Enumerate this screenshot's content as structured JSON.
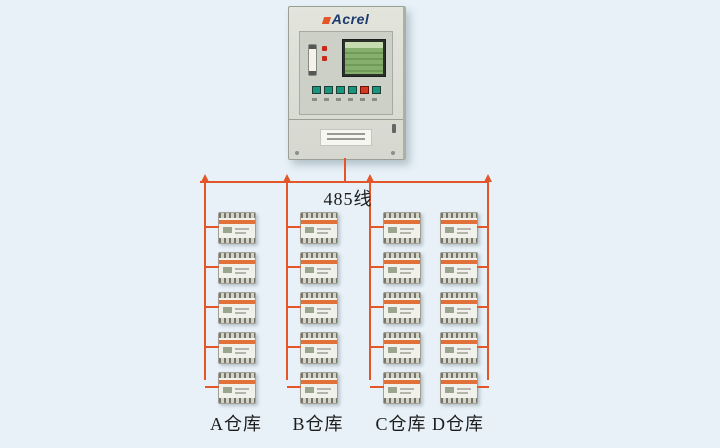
{
  "diagram": {
    "bus_label": "485线",
    "cabinet": {
      "brand": "Acrel"
    },
    "columns": [
      {
        "id": "A",
        "label": "A仓库",
        "device_count": 5
      },
      {
        "id": "B",
        "label": "B仓库",
        "device_count": 5
      },
      {
        "id": "C",
        "label": "C仓库",
        "device_count": 5
      },
      {
        "id": "D",
        "label": "D仓库",
        "device_count": 5
      }
    ],
    "colors": {
      "bus": "#e2562a",
      "background": "#e7f1f7",
      "device_band": "#e2703a",
      "brand_navy": "#1c3a6e"
    }
  }
}
